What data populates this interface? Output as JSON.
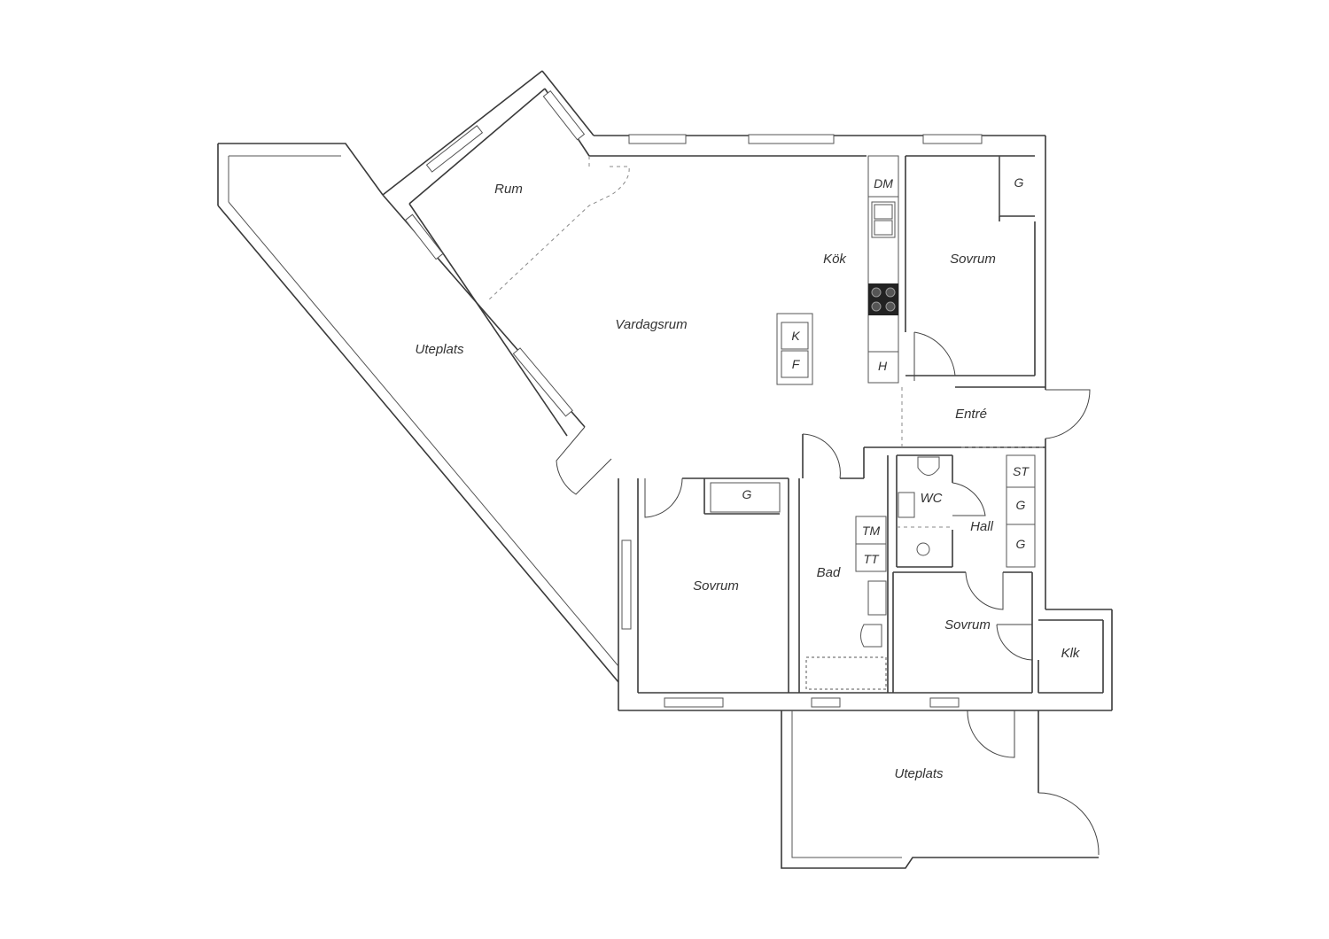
{
  "rooms": {
    "rum": "Rum",
    "vardagsrum": "Vardagsrum",
    "kok": "Kök",
    "sovrum_top": "Sovrum",
    "uteplats_left": "Uteplats",
    "entre": "Entré",
    "wc": "WC",
    "hall": "Hall",
    "bad": "Bad",
    "sovrum_left": "Sovrum",
    "sovrum_right": "Sovrum",
    "klk": "Klk",
    "uteplats_bottom": "Uteplats"
  },
  "fixtures": {
    "dm": "DM",
    "k": "K",
    "f": "F",
    "h": "H",
    "g_sovrum_top": "G",
    "g_sovrum_left": "G",
    "st": "ST",
    "g_hall_1": "G",
    "g_hall_2": "G",
    "tm": "TM",
    "tt": "TT"
  },
  "colors": {
    "wall": "#3a3a3a",
    "background": "#ffffff",
    "stove": "#222222"
  }
}
